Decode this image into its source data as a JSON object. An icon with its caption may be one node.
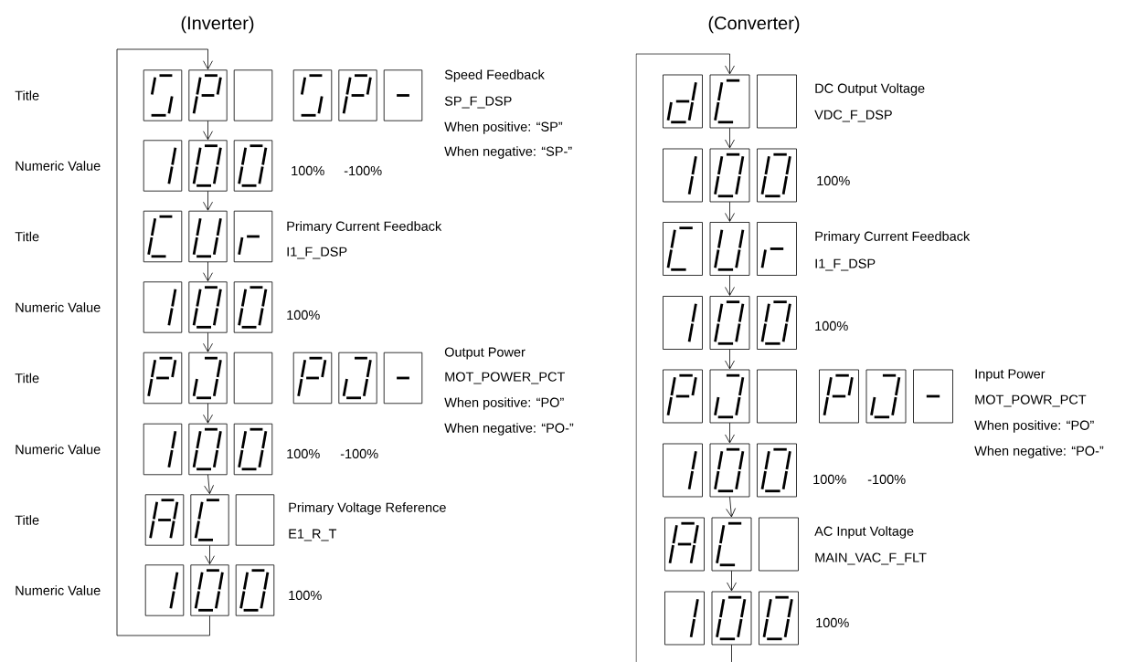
{
  "diagram": {
    "nodes": [
      {
        "text": [],
        "shape": "picture",
        "beside": [
          "Speed Feedback",
          "SP_F_DSP",
          "When positive: “SP”",
          "When negative: “SP-”"
        ]
      },
      {
        "text": [],
        "shape": "picture"
      },
      {
        "text": [],
        "shape": "picture",
        "beside": [
          "100%",
          "-100%"
        ]
      },
      {
        "text": [],
        "shape": "picture",
        "beside": [
          "Primary Current Feedback",
          "I1_F_DSP"
        ]
      },
      {
        "text": [],
        "shape": "picture",
        "beside": [
          "100%"
        ]
      },
      {
        "text": [],
        "shape": "picture",
        "beside": [
          "Output Power",
          "MOT_POWER_PCT",
          "When positive: “PO”",
          "When negative: “PO-”"
        ]
      },
      {
        "text": [],
        "shape": "picture"
      },
      {
        "text": [],
        "shape": "picture",
        "beside": [
          "100%",
          "-100%"
        ]
      },
      {
        "text": [],
        "shape": "picture",
        "beside": [
          "Primary Voltage Reference",
          "E1_R_T"
        ]
      },
      {
        "text": [],
        "shape": "picture",
        "beside": [
          "100%"
        ]
      },
      {
        "text": [],
        "shape": "picture",
        "beside": [
          "DC Output Voltage",
          "VDC_F_DSP"
        ]
      },
      {
        "text": [],
        "shape": "picture",
        "beside": [
          "100%"
        ]
      },
      {
        "text": [],
        "shape": "picture",
        "beside": [
          "Primary Current Feedback",
          "I1_F_DSP"
        ]
      },
      {
        "text": [],
        "shape": "picture",
        "beside": [
          "100%"
        ]
      },
      {
        "text": [],
        "shape": "picture",
        "beside": [
          "Input Power",
          "MOT_POWR_PCT",
          "When positive: “PO”",
          "When negative: “PO-”"
        ]
      },
      {
        "text": [],
        "shape": "picture"
      },
      {
        "text": [],
        "shape": "picture",
        "beside": [
          "100%",
          "-100%"
        ]
      },
      {
        "text": [],
        "shape": "picture",
        "beside": [
          "AC Input Voltage",
          "MAIN_VAC_F_FLT"
        ]
      },
      {
        "text": [],
        "shape": "picture",
        "beside": [
          "100%"
        ]
      }
    ],
    "edges": [
      {
        "from": 0,
        "to": 2,
        "arrow": "to"
      },
      {
        "from": 2,
        "to": 3,
        "arrow": "to"
      },
      {
        "from": 3,
        "to": 4,
        "arrow": "to"
      },
      {
        "from": 4,
        "to": 5,
        "arrow": "to"
      },
      {
        "from": 5,
        "to": 7,
        "arrow": "to"
      },
      {
        "from": 7,
        "to": 8,
        "arrow": "to"
      },
      {
        "from": 8,
        "to": 9,
        "arrow": "to"
      },
      {
        "from": 9,
        "to": 0,
        "arrow": "to"
      },
      {
        "from": 10,
        "to": 11,
        "arrow": "to"
      },
      {
        "from": 11,
        "to": 12,
        "arrow": "to"
      },
      {
        "from": 12,
        "to": 13,
        "arrow": "to"
      },
      {
        "from": 13,
        "to": 14,
        "arrow": "to"
      },
      {
        "from": 14,
        "to": 16,
        "arrow": "to"
      },
      {
        "from": 16,
        "to": 17,
        "arrow": "to"
      },
      {
        "from": 17,
        "to": 18,
        "arrow": "to"
      },
      {
        "from": null,
        "to": 10,
        "arrow": "to"
      },
      {
        "from": 18,
        "to": null,
        "arrow": "none"
      }
    ],
    "labels": [
      "(Inverter)",
      "(Converter)",
      "Title",
      "Numeric Value",
      "Title",
      "Numeric Value",
      "Title",
      "Numeric Value",
      "Title",
      "Numeric Value"
    ]
  }
}
